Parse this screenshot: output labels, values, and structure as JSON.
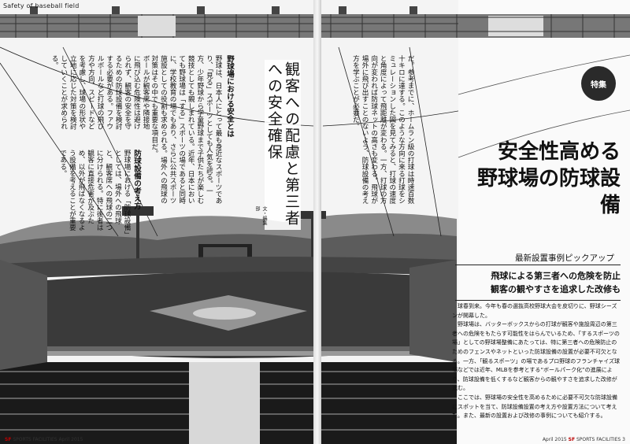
{
  "header": {
    "top_left": "Safety of baseball field"
  },
  "left_page": {
    "col1_head": "野球場における安全とは",
    "col1": "野球は、日本人にとって最も身近なスポーツであり、「見る」スポーツとしても人気を誇る。一方、少年野球から学童野球まで子供たちが楽しむ競技としても親しまれている。近年、日本においても野球場は「する」スポーツの場であると同時に、学校教育の場でもあり、さらに公共スポーツ施設としての役割も求められる。場外への飛球の対策はその中でも重要な項目だ。",
    "col2": "ボールが観客席や隣接地に飛び込む危険性は避けられず、観客の安全を守るための防球設備を検討する必要がある。ファウルボールなど打球の飛び方や方向、スピードなどを考慮し、球場の形状や立地に応じた対策を検討していくことが求められる。",
    "col3_head": "防球設備の考え方",
    "col3": "野球場における「防球設備」としては、場外への飛球と、観客席への飛球の二つに分けられる。特に後者は観客に直接危害が及ぶため、以外が飛ばなくなるよう設備を考えることが重要である。",
    "col4": "だ。参考までに、ホームラン級の打球は時速百数十キロに達する。このような方向に来る打球をシミュレーションした図を見てみると、打球の速度と角度によって飛距離が変わる。一方、打球の方向が変われば防球ネットの高さも変わる。飛球が場外に飛び出すことのないよう、防球設備の考え方を学ぶことが必要だ。",
    "vertical_title": "観客への配慮と第三者への安全確保",
    "author": "文・編集部"
  },
  "right_page": {
    "badge": "特集",
    "title_line1": "安全性高める",
    "title_line2": "野球場の防球設備",
    "subtitle": "最新設置事例ピックアップ",
    "lead_line1": "飛球による第三者への危険を防止",
    "lead_line2": "観客の観やすさを追求した改修も",
    "body_p1": "球春到来。今年も春の選抜高校野球大会を皮切りに、野球シーズンが開幕した。",
    "body_p2": "野球場は、バッターボックスからの打球が観客や施設周辺の第三者への危険をもたらす可能性をはらんでいるため、「するスポーツの場」としての野球場整備にあたっては、特に第三者への危険防止のためのフェンスやネットといった防球設備の設置が必要不可欠となる。一方、「観るスポーツ」の場であるプロ野球のフランチャイズ球場などでは近年、MLBを参考とする“ボールパーク化”の進展により、防球設備を低くするなど観客からの観やすさを追求した改修が進む。",
    "body_p3": "ここでは、野球場の安全性を高めるために必要不可欠な防球設備にスポットを当て、防球設備設置の考え方や設置方法について考えた。また、最新の設置および改修の事例についても紹介する。"
  },
  "footer": {
    "left_brand": "SF",
    "left_brand_rest": "SPORTS FACILITIES",
    "left_date": "April 2015",
    "right_date": "April 2015",
    "right_brand": "SF",
    "right_brand_rest": "SPORTS FACILITIES",
    "page_number": "3"
  }
}
